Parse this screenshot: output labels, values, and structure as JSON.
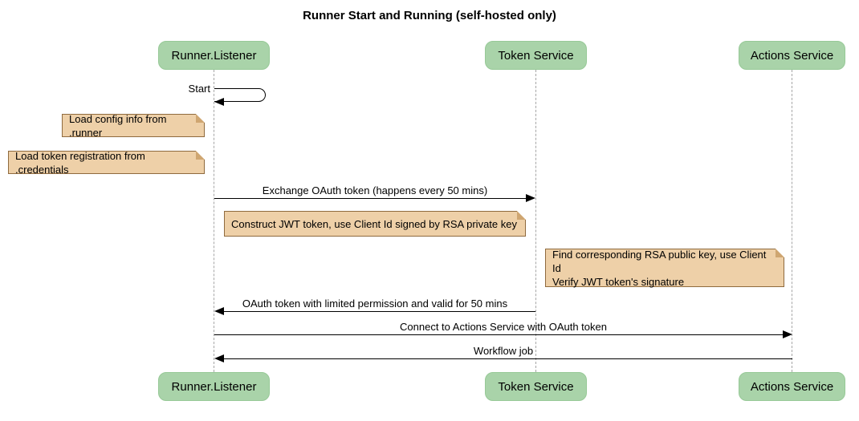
{
  "title": "Runner Start and Running (self-hosted only)",
  "participants": [
    {
      "id": "runner-listener",
      "label": "Runner.Listener"
    },
    {
      "id": "token-service",
      "label": "Token Service"
    },
    {
      "id": "actions-service",
      "label": "Actions Service"
    }
  ],
  "messages": [
    {
      "label": "Start",
      "from": "runner-listener",
      "to": "runner-listener",
      "type": "self"
    },
    {
      "label": "Exchange OAuth token (happens every 50 mins)",
      "from": "runner-listener",
      "to": "token-service",
      "type": "solid-arrow"
    },
    {
      "label": "OAuth token with limited permission and valid for 50 mins",
      "from": "token-service",
      "to": "runner-listener",
      "type": "solid-arrow"
    },
    {
      "label": "Connect to Actions Service with OAuth token",
      "from": "runner-listener",
      "to": "actions-service",
      "type": "solid-arrow"
    },
    {
      "label": "Workflow job",
      "from": "actions-service",
      "to": "runner-listener",
      "type": "solid-arrow"
    }
  ],
  "notes": [
    {
      "text": "Load config info from .runner",
      "position": "left of runner-listener"
    },
    {
      "text": "Load token registration from .credentials",
      "position": "left of runner-listener"
    },
    {
      "text": "Construct JWT token, use Client Id signed by RSA private key",
      "position": "between runner-listener and token-service"
    },
    {
      "text": "Find corresponding RSA public key, use Client Id\nVerify JWT token's signature",
      "position": "left of actions-service"
    }
  ],
  "colors": {
    "participant_fill": "#a9d3a9",
    "participant_border": "#97c997",
    "note_fill": "#eed0a8",
    "note_border": "#8f6a3e",
    "lifeline": "#a6a6a6",
    "message": "#000000",
    "background": "#ffffff"
  }
}
